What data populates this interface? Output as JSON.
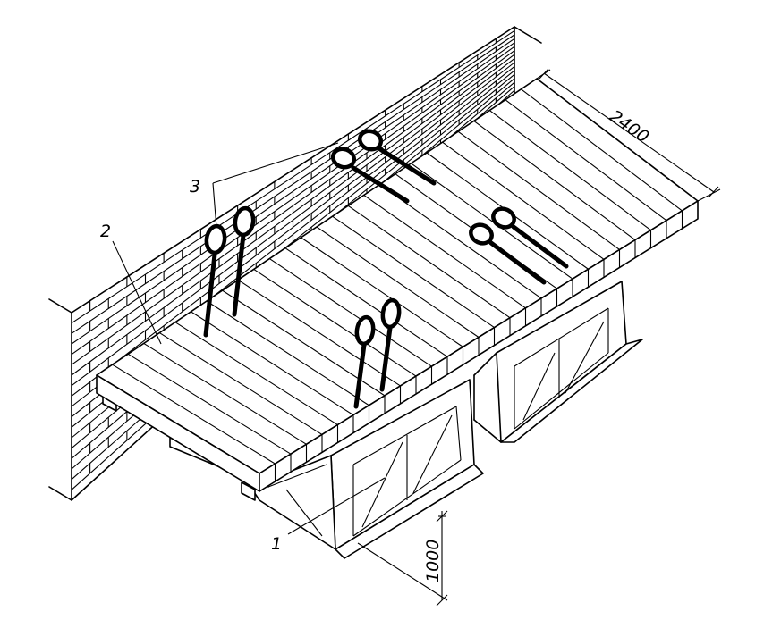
{
  "callouts": {
    "scaffold_support": "1",
    "deck_planks": "2",
    "lifting_loops": "3"
  },
  "dimensions": {
    "deck_width": "2400",
    "support_height": "1000"
  },
  "colors": {
    "ink": "#000000",
    "paper": "#ffffff"
  }
}
